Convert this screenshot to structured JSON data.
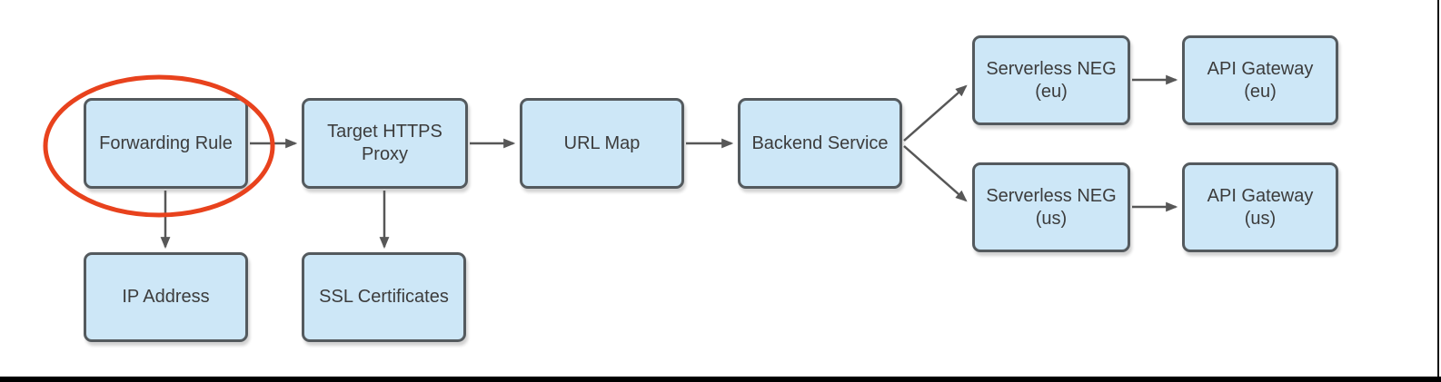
{
  "diagram": {
    "type": "flowchart",
    "style": {
      "background": "#ffffff",
      "node_fill": "#cde7f7",
      "node_border": "#545a5e",
      "node_text": "#3c3c3c",
      "arrow_color": "#575757",
      "highlight_color": "#e8421d",
      "frame_color": "#000000"
    },
    "nodes": [
      {
        "id": "forwarding-rule",
        "lines": [
          "Forwarding Rule"
        ],
        "highlighted": true
      },
      {
        "id": "target-https-proxy",
        "lines": [
          "Target HTTPS",
          "Proxy"
        ]
      },
      {
        "id": "url-map",
        "lines": [
          "URL Map"
        ]
      },
      {
        "id": "backend-service",
        "lines": [
          "Backend Service"
        ]
      },
      {
        "id": "serverless-neg-eu",
        "lines": [
          "Serverless NEG",
          "(eu)"
        ]
      },
      {
        "id": "api-gateway-eu",
        "lines": [
          "API Gateway",
          "(eu)"
        ]
      },
      {
        "id": "serverless-neg-us",
        "lines": [
          "Serverless NEG",
          "(us)"
        ]
      },
      {
        "id": "api-gateway-us",
        "lines": [
          "API Gateway",
          "(us)"
        ]
      },
      {
        "id": "ip-address",
        "lines": [
          "IP Address"
        ]
      },
      {
        "id": "ssl-certificates",
        "lines": [
          "SSL Certificates"
        ]
      }
    ],
    "edges": [
      {
        "from": "forwarding-rule",
        "to": "target-https-proxy"
      },
      {
        "from": "target-https-proxy",
        "to": "url-map"
      },
      {
        "from": "url-map",
        "to": "backend-service"
      },
      {
        "from": "backend-service",
        "to": "serverless-neg-eu"
      },
      {
        "from": "backend-service",
        "to": "serverless-neg-us"
      },
      {
        "from": "serverless-neg-eu",
        "to": "api-gateway-eu"
      },
      {
        "from": "serverless-neg-us",
        "to": "api-gateway-us"
      },
      {
        "from": "forwarding-rule",
        "to": "ip-address"
      },
      {
        "from": "target-https-proxy",
        "to": "ssl-certificates"
      }
    ],
    "annotation": {
      "shape": "ellipse",
      "around": "forwarding-rule",
      "color": "#e8421d"
    }
  }
}
